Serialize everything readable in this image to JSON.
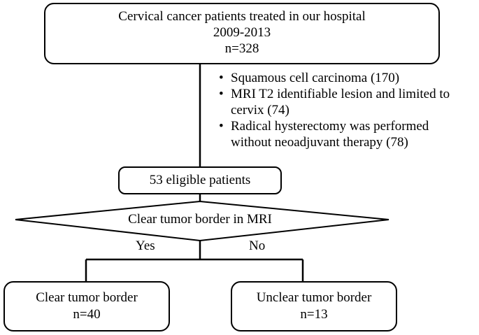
{
  "top_box": {
    "line1": "Cervical cancer patients treated in our hospital",
    "line2": "2009-2013",
    "line3": "n=328"
  },
  "exclusions": [
    {
      "bullet": "•",
      "lines": [
        "Squamous cell carcinoma (170)"
      ]
    },
    {
      "bullet": "•",
      "lines": [
        "MRI T2 identifiable lesion and limited to",
        "cervix (74)"
      ]
    },
    {
      "bullet": "•",
      "lines": [
        "Radical hysterectomy was performed",
        "without neoadjuvant therapy (78)"
      ]
    }
  ],
  "eligible_box": {
    "text": "53 eligible patients"
  },
  "decision": {
    "text": "Clear tumor border in MRI",
    "yes": "Yes",
    "no": "No"
  },
  "clear_box": {
    "line1": "Clear tumor border",
    "line2": "n=40"
  },
  "unclear_box": {
    "line1": "Unclear tumor border",
    "line2": "n=13"
  }
}
